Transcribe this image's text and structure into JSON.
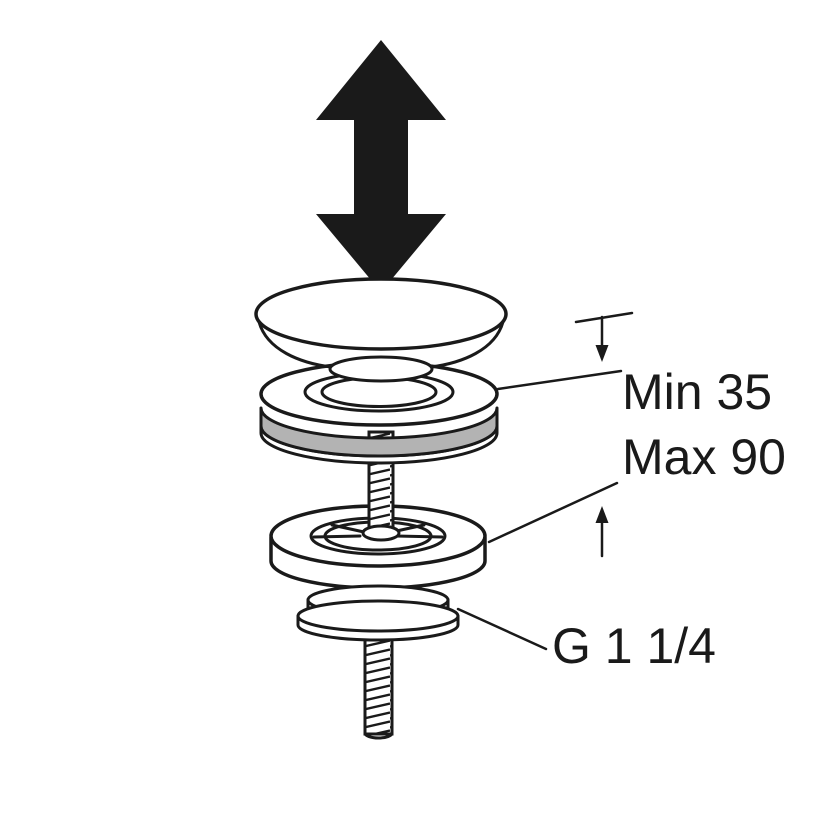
{
  "diagram": {
    "annotations": {
      "min_label": "Min 35",
      "max_label": "Max 90",
      "thread_label": "G 1 1/4"
    },
    "colors": {
      "line": "#1a1a1a",
      "gasket_fill": "#b3b3b3",
      "background": "#ffffff"
    }
  }
}
